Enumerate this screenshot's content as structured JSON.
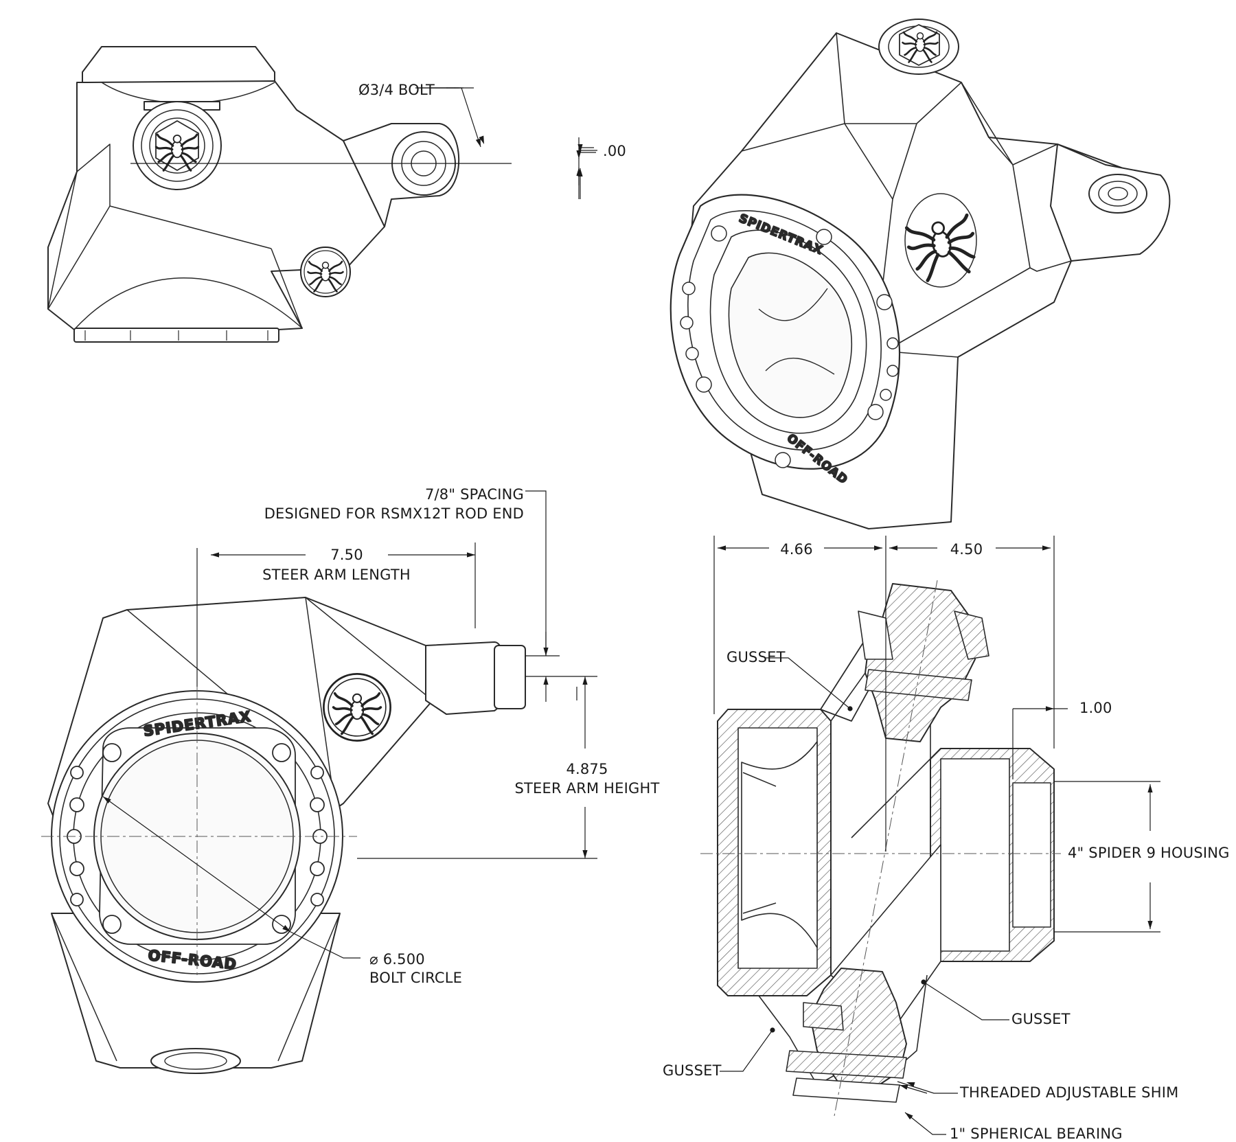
{
  "views": {
    "top": {
      "bolt_label": "Ø3/4 BOLT",
      "offset_label": ".00"
    },
    "side": {
      "spacing_label": "7/8\" SPACING",
      "rod_end_label": "DESIGNED FOR RSMX12T ROD END",
      "steer_length_value": "7.50",
      "steer_length_label": "STEER ARM LENGTH",
      "steer_height_value": "4.875",
      "steer_height_label": "STEER ARM HEIGHT",
      "bolt_circle_value": "6.500",
      "bolt_circle_label": "BOLT CIRCLE",
      "engraving_top": "SPIDERTRAX",
      "engraving_bottom": "OFF-ROAD"
    },
    "section": {
      "left_width": "4.66",
      "right_width": "4.50",
      "offset": "1.00",
      "housing_label": "4\" SPIDER 9 HOUSING",
      "gusset_labels": [
        "GUSSET",
        "GUSSET",
        "GUSSET"
      ],
      "shim_label": "THREADED ADJUSTABLE SHIM",
      "bearing_label": "1\" SPHERICAL BEARING"
    },
    "iso": {
      "engraving_top": "SPIDERTRAX",
      "engraving_bottom": "OFF-ROAD"
    }
  },
  "colors": {
    "line": "#2a2a2a",
    "hatch": "#555555",
    "fill": "#f6f6f6"
  },
  "icons": [
    "spider-logo-icon",
    "hex-nut-icon",
    "diameter-symbol-icon"
  ]
}
